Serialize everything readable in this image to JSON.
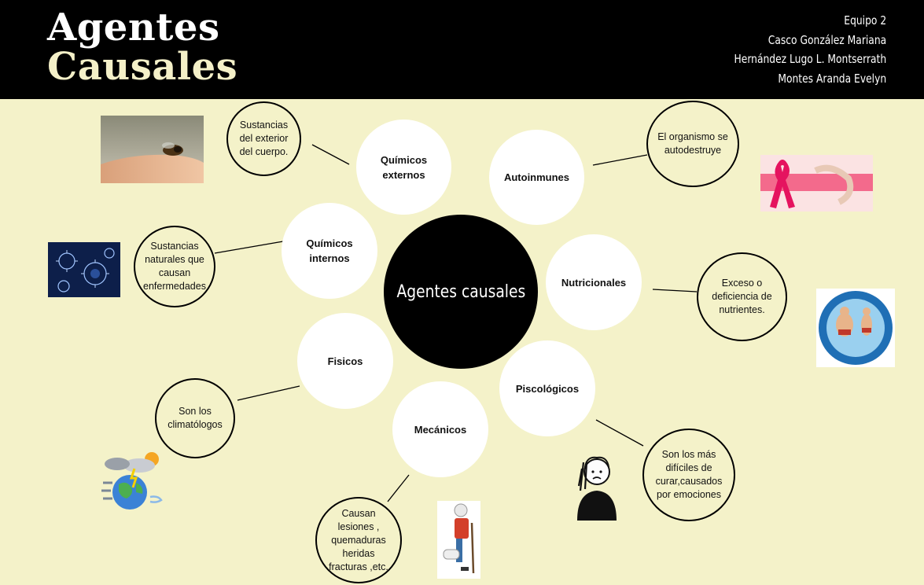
{
  "header": {
    "title_line1": "Agentes",
    "title_line2": "Causales",
    "team": [
      "Equipo 2",
      "Casco González Mariana",
      "Hernández Lugo L. Montserrath",
      "Montes Aranda Evelyn"
    ]
  },
  "center": {
    "label": "Agentes causales"
  },
  "categories": {
    "quimicos_externos": {
      "label": "Químicos externos",
      "description": "Sustancias del exterior del cuerpo."
    },
    "quimicos_internos": {
      "label": "Químicos internos",
      "description": "Sustancias naturales que causan enfermedades"
    },
    "fisicos": {
      "label": "Fisicos",
      "description": "Son los climatólogos"
    },
    "mecanicos": {
      "label": "Mecánicos",
      "description": "Causan lesiones , quemaduras heridas fracturas ,etc."
    },
    "psicologicos": {
      "label": "Piscológicos",
      "description": "Son los más difíciles de curar,causados por emociones"
    },
    "nutricionales": {
      "label": "Nutricionales",
      "description": "Exceso o deficiencia de nutrientes."
    },
    "autoinmunes": {
      "label": "Autoinmunes",
      "description": "El organismo se autodestruye"
    }
  },
  "images": {
    "bee": "bee-on-finger-photo",
    "virus": "virus-illustration",
    "weather": "weather-globe-icon",
    "injury": "injured-person-with-crutch-illustration",
    "sad_person": "sad-person-illustration",
    "obesity": "overweight-underweight-people-badge",
    "ribbon": "pink-ribbon-breast-image"
  },
  "colors": {
    "background": "#f4f2c9",
    "header": "#000000",
    "title_accent": "#f4f0c8",
    "node": "#ffffff",
    "center": "#000000"
  }
}
